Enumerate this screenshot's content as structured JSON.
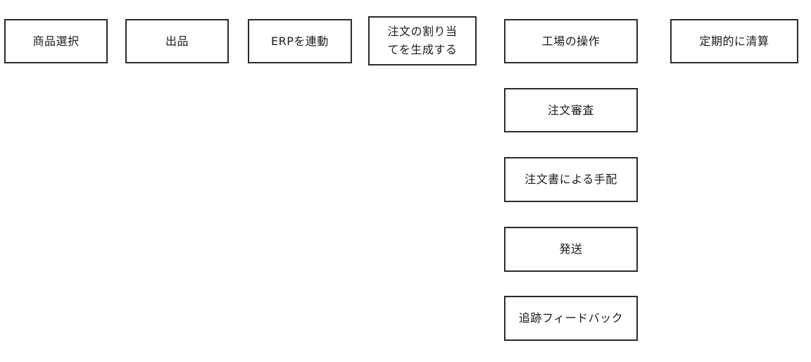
{
  "diagram": {
    "type": "flowchart",
    "background_color": "#ffffff",
    "box_border_color": "#2b2b2b",
    "box_fill_color": "#ffffff",
    "text_color": "#1a1a1a",
    "boxes": [
      {
        "id": "product-selection",
        "label": "商品選択"
      },
      {
        "id": "listing",
        "label": "出品"
      },
      {
        "id": "erp-link",
        "label": "ERPを連動"
      },
      {
        "id": "order-allocation",
        "label": "注文の割り当\nてを生成する"
      },
      {
        "id": "factory-operation",
        "label": "工場の操作"
      },
      {
        "id": "periodic-settlement",
        "label": "定期的に清算"
      },
      {
        "id": "order-review",
        "label": "注文審査"
      },
      {
        "id": "po-arrangement",
        "label": "注文書による手配"
      },
      {
        "id": "shipping",
        "label": "発送"
      },
      {
        "id": "tracking-feedback",
        "label": "追跡フィードバック"
      }
    ]
  }
}
